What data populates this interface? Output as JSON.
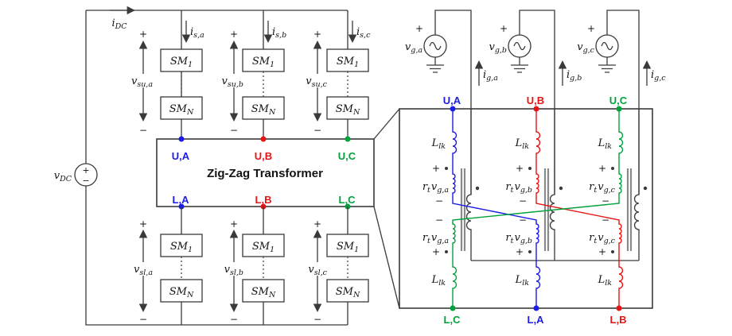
{
  "colors": {
    "blue": "#1c1ce8",
    "red": "#e51515",
    "green": "#00a23c",
    "wire": "#3a3a3a",
    "text": "#141414",
    "core": "#8a8a8a"
  },
  "sym": {
    "plus": "+",
    "minus": "−"
  },
  "dc": {
    "v": [
      "v",
      "DC"
    ],
    "i": [
      "i",
      "DC"
    ]
  },
  "sm": {
    "first": [
      "SM",
      "1"
    ],
    "last": [
      "SM",
      "N"
    ]
  },
  "upper_arms": [
    {
      "i": [
        "i",
        "s,a"
      ],
      "v": [
        "v",
        "su,a"
      ]
    },
    {
      "i": [
        "i",
        "s,b"
      ],
      "v": [
        "v",
        "su,b"
      ]
    },
    {
      "i": [
        "i",
        "s,c"
      ],
      "v": [
        "v",
        "su,c"
      ]
    }
  ],
  "lower_arms": [
    {
      "v": [
        "v",
        "sl,a"
      ]
    },
    {
      "v": [
        "v",
        "sl,b"
      ]
    },
    {
      "v": [
        "v",
        "sl,c"
      ]
    }
  ],
  "zigzag_box": {
    "title": "Zig-Zag Transformer",
    "top": [
      "U,A",
      "U,B",
      "U,C"
    ],
    "bottom": [
      "L,A",
      "L,B",
      "L,C"
    ]
  },
  "grid": [
    {
      "v": [
        "v",
        "g,a"
      ],
      "i": [
        "i",
        "g,a"
      ]
    },
    {
      "v": [
        "v",
        "g,b"
      ],
      "i": [
        "i",
        "g,b"
      ]
    },
    {
      "v": [
        "v",
        "g,c"
      ],
      "i": [
        "i",
        "g,c"
      ]
    }
  ],
  "detail": {
    "top": [
      "U,A",
      "U,B",
      "U,C"
    ],
    "bottom": [
      "L,C",
      "L,A",
      "L,B"
    ],
    "llk": [
      "L",
      "lk"
    ],
    "windings": [
      {
        "r": [
          "r",
          "t"
        ],
        "v": [
          "v",
          "g,a"
        ]
      },
      {
        "r": [
          "r",
          "t"
        ],
        "v": [
          "v",
          "g,b"
        ]
      },
      {
        "r": [
          "r",
          "t"
        ],
        "v": [
          "v",
          "g,c"
        ]
      }
    ]
  }
}
